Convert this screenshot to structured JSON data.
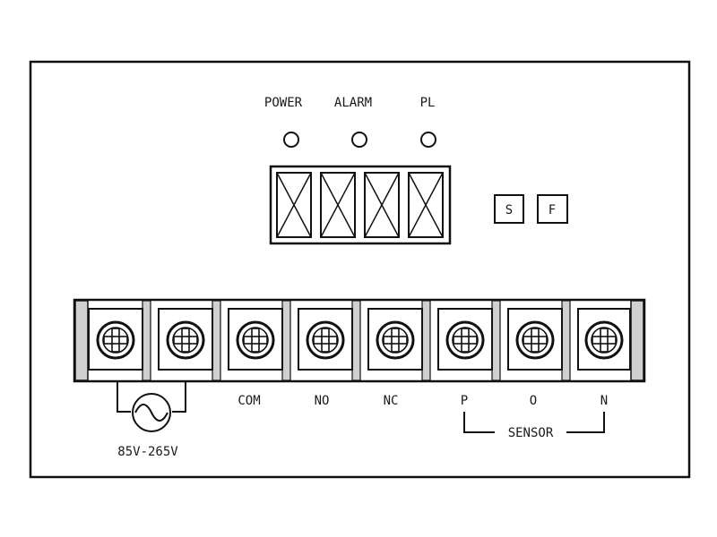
{
  "indicators": [
    {
      "label": "POWER"
    },
    {
      "label": "ALARM"
    },
    {
      "label": "PL"
    }
  ],
  "display": {
    "digit_count": 4
  },
  "buttons": [
    {
      "label": "S"
    },
    {
      "label": "F"
    }
  ],
  "terminal_block": {
    "screw_count": 8
  },
  "terminal_labels": [
    "COM",
    "NO",
    "NC",
    "P",
    "O",
    "N"
  ],
  "power_supply": {
    "label": "85V-265V",
    "symbol": "ac-source-icon"
  },
  "sensor_group": {
    "label": "SENSOR"
  }
}
